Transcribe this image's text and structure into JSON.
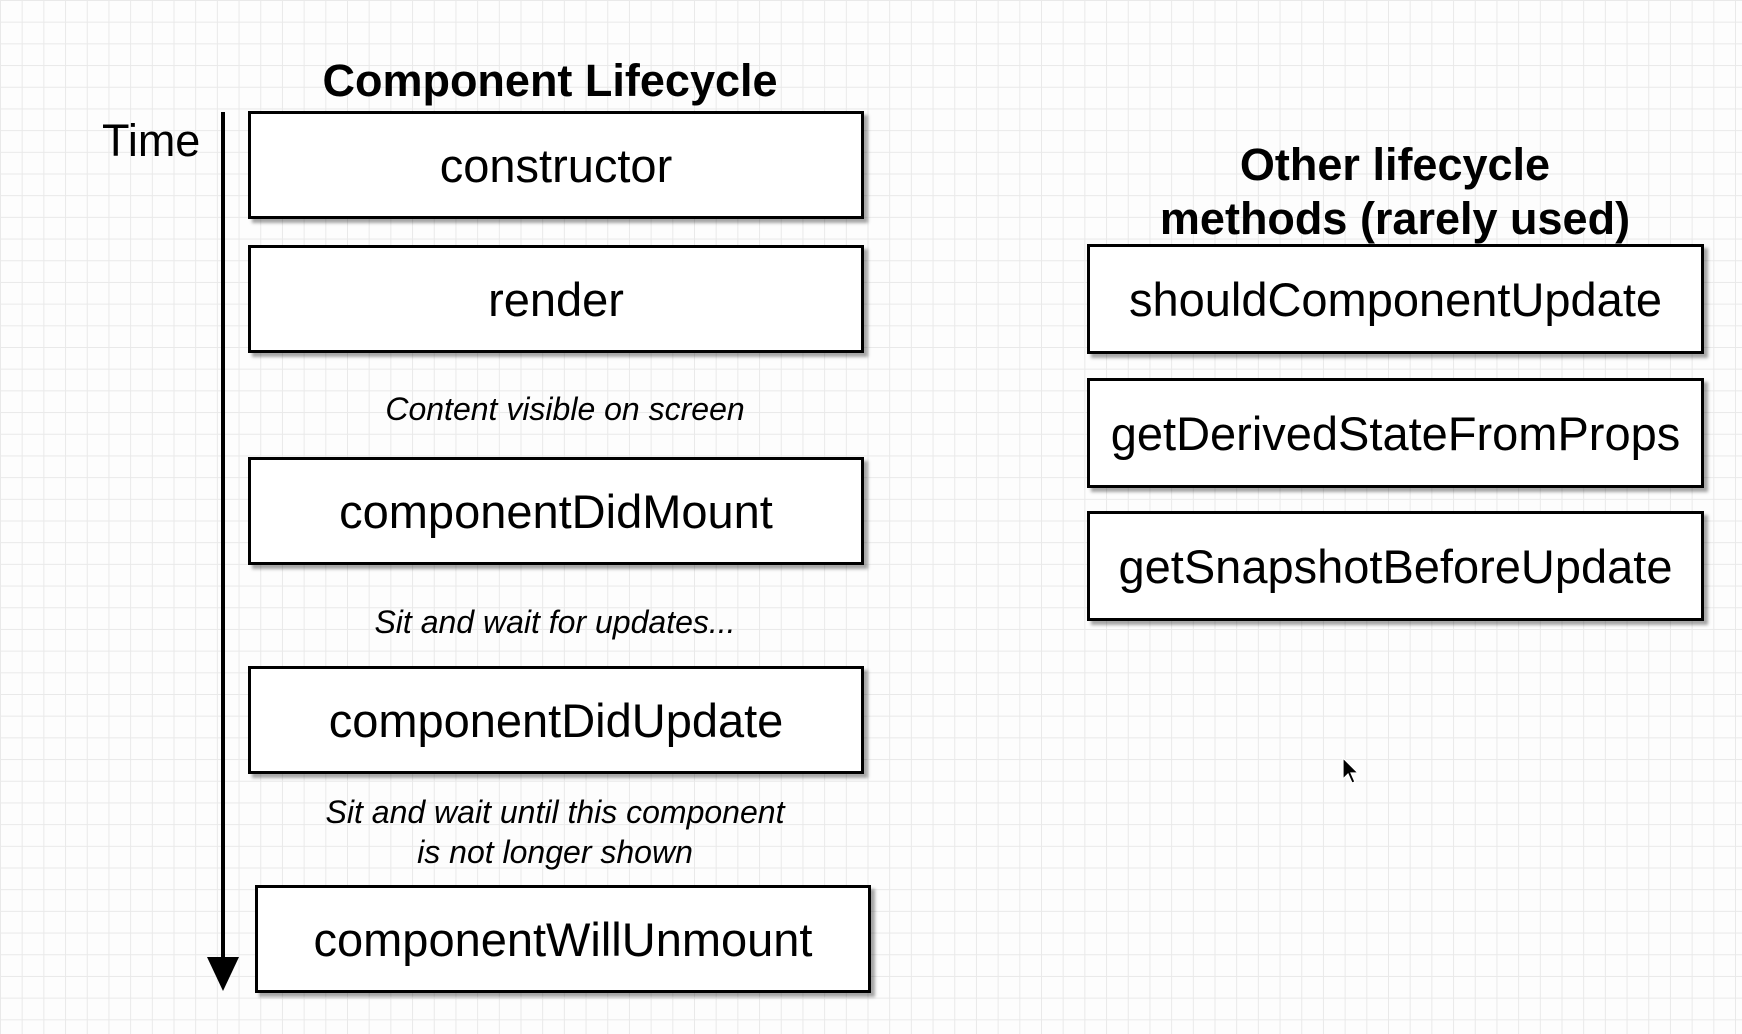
{
  "diagram": {
    "title": "Component Lifecycle",
    "time_label": "Time",
    "lifecycle_steps": [
      "constructor",
      "render",
      "componentDidMount",
      "componentDidUpdate",
      "componentWillUnmount"
    ],
    "notes": [
      "Content visible on screen",
      "Sit and wait for updates...",
      "Sit and wait until this component",
      "is not longer shown"
    ],
    "other_title_line1": "Other lifecycle",
    "other_title_line2": "methods (rarely used)",
    "other_methods": [
      "shouldComponentUpdate",
      "getDerivedStateFromProps",
      "getSnapshotBeforeUpdate"
    ]
  },
  "icons": {
    "time_arrow": "arrow-down-icon",
    "pointer": "mouse-cursor-icon"
  }
}
